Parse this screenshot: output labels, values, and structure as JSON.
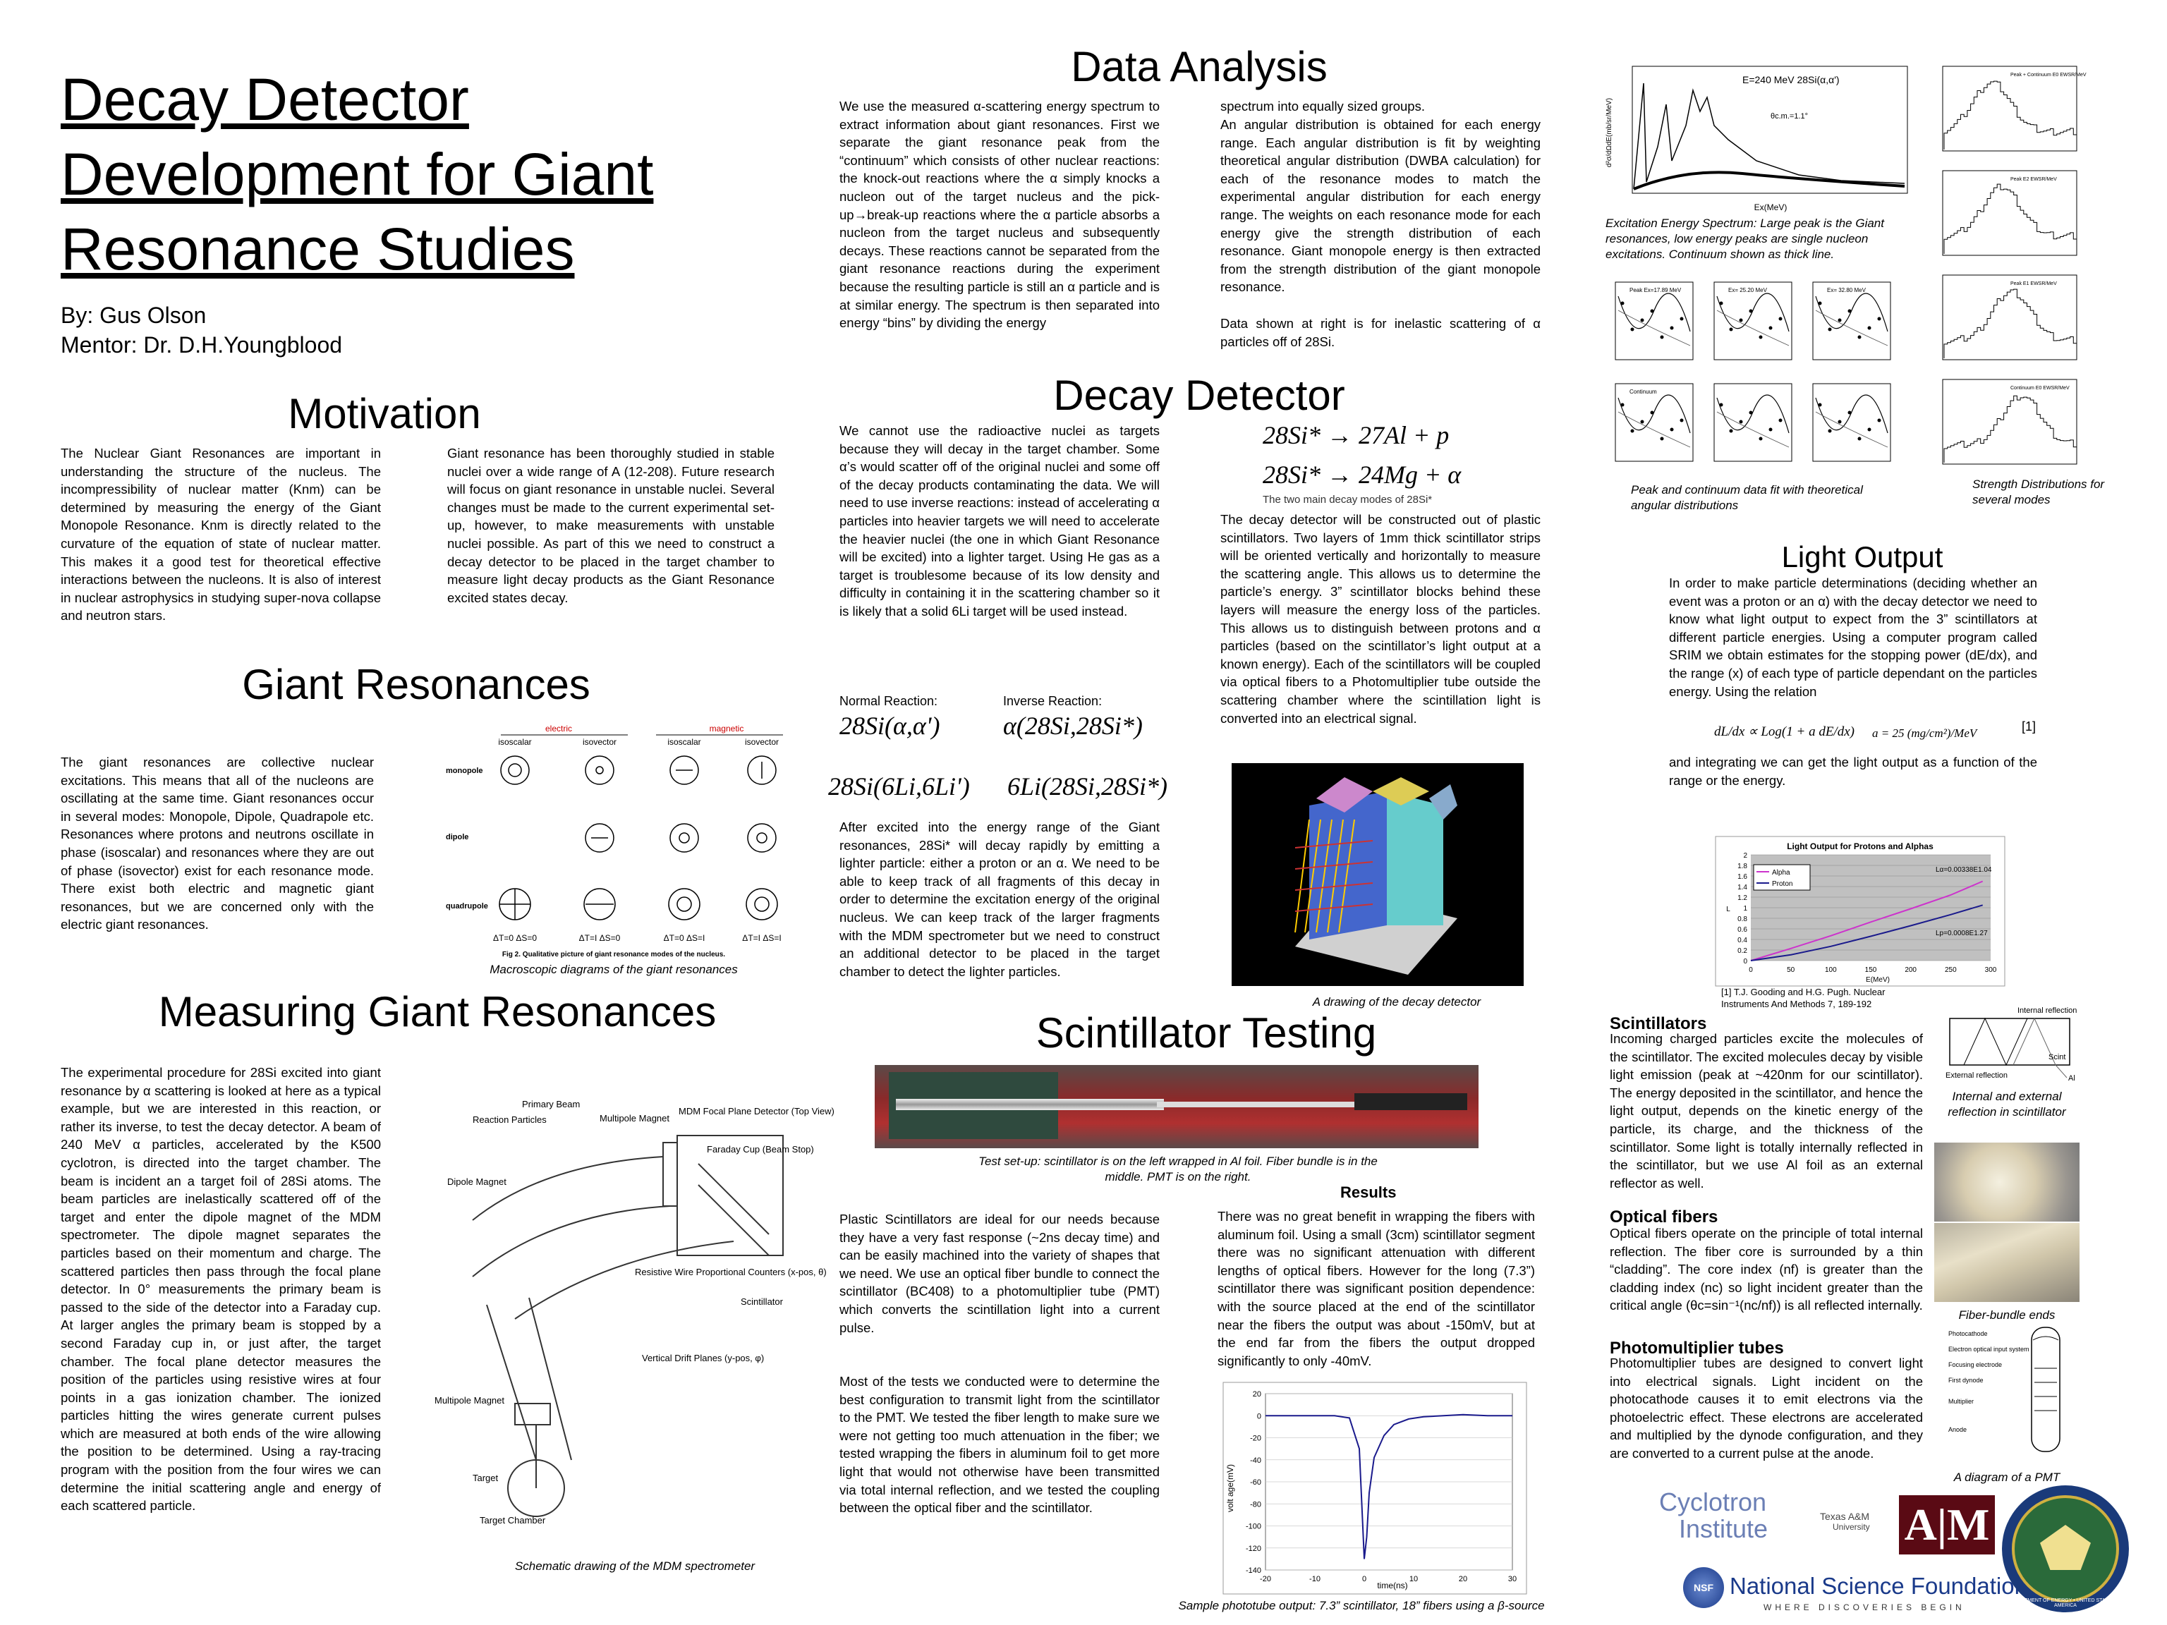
{
  "title": {
    "line1": "Decay Detector",
    "line2": "Development for Giant",
    "line3": "Resonance Studies",
    "author": "By: Gus Olson",
    "mentor": "Mentor: Dr. D.H.Youngblood"
  },
  "motivation": {
    "heading": "Motivation",
    "col1": "The Nuclear Giant Resonances are important in understanding the structure of the nucleus. The incompressibility of nuclear matter (Knm) can be determined by measuring the energy of the Giant Monopole Resonance. Knm is directly related to the curvature of the equation of state of nuclear matter. This makes it a good test for theoretical effective interactions between the nucleons. It is also of interest in nuclear astrophysics in studying super-nova collapse and neutron stars.",
    "col2": "Giant resonance has been thoroughly studied in stable nuclei over a wide range of A (12-208). Future research will focus on giant resonance in unstable nuclei. Several changes must be made to the current experimental set-up, however, to make measurements with unstable nuclei possible. As part of this we need to construct a decay detector to be placed in the target chamber to measure light decay products as the Giant Resonance excited states decay."
  },
  "giant": {
    "heading": "Giant Resonances",
    "body": "The giant resonances are collective nuclear excitations. This means that all of the nucleons are oscillating at the same time. Giant resonances occur in several modes: Monopole, Dipole, Quadrapole etc. Resonances where protons and neutrons oscillate in phase (isoscalar) and resonances where they are out of phase (isovector) exist for each resonance mode. There exist both electric and magnetic giant resonances, but we are concerned only with the electric giant resonances.",
    "caption": "Macroscopic diagrams of the giant resonances",
    "diagram": {
      "electric": "electric",
      "magnetic": "magnetic",
      "isoscalar": "isoscalar",
      "isovector": "isovector",
      "monopole": "monopole",
      "dipole": "dipole",
      "quadrupole": "quadrupole",
      "fig": "Fig 2. Qualitative picture of giant resonance modes of the nucleus.",
      "q1": "ΔT=0  ΔS=0",
      "q2": "ΔT=I  ΔS=0",
      "q3": "ΔT=0  ΔS=I",
      "q4": "ΔT=I  ΔS=I"
    }
  },
  "measuring": {
    "heading": "Measuring Giant Resonances",
    "body": "The experimental procedure for 28Si excited into giant resonance by α scattering is looked at here as a typical example, but we are interested in this reaction, or rather its inverse, to test the decay detector. A beam of 240 MeV α particles, accelerated by the K500 cyclotron, is directed into the target chamber. The beam is incident an a target foil of 28Si atoms. The beam particles are inelastically scattered off of the target and enter the dipole magnet of the MDM spectrometer. The dipole magnet separates the particles based on their momentum and charge. The scattered particles then pass through the focal plane detector. In 0° measurements the primary beam is passed to the side of the detector into a Faraday cup. At larger angles the primary beam is stopped by a second Faraday cup in, or just after, the target chamber. The focal plane detector measures the position of the particles using resistive wires at four points in a gas ionization chamber. The ionized particles hitting the wires generate current pulses which are measured at both ends of the wire allowing the position to be determined. Using a ray-tracing program with the position from the four wires we can determine the initial scattering angle and energy of each scattered particle.",
    "caption": "Schematic drawing of the MDM spectrometer",
    "labels": {
      "primary": "Primary Beam",
      "reaction": "Reaction Particles",
      "multipole": "Multipole Magnet",
      "mdm": "MDM Focal Plane Detector (Top View)",
      "faraday": "Faraday Cup (Beam Stop)",
      "dipole": "Dipole Magnet",
      "resistive": "Resistive Wire Proportional Counters (x-pos, θ)",
      "scint": "Scintillator",
      "vdp": "Vertical Drift Planes (y-pos, φ)",
      "multipole2": "Multipole Magnet",
      "target": "Target",
      "chamber": "Target Chamber"
    }
  },
  "data_analysis": {
    "heading": "Data Analysis",
    "col1": "We use the measured α-scattering energy spectrum to extract information about giant resonances. First we separate the giant resonance peak from the “continuum” which consists of other nuclear reactions: the knock-out reactions where the α simply knocks a nucleon out of the target nucleus and the pick-up→break-up reactions where the α particle absorbs a nucleon from the target nucleus and subsequently decays. These reactions cannot be separated from the giant resonance reactions during the experiment because the resulting particle is still an α particle and is at similar energy. The spectrum is then separated into energy “bins” by dividing the energy",
    "col2a": "spectrum into equally sized groups.",
    "col2b": "An angular distribution is obtained for each energy range. Each angular distribution is fit by weighting theoretical angular distribution (DWBA calculation) for each of the resonance modes to match the experimental angular distribution for each energy range. The weights on each resonance mode for each energy give the strength distribution of each resonance. Giant monopole energy is then extracted from the strength distribution of the giant monopole resonance.",
    "col2c": "Data shown at right is for inelastic scattering of α particles off of 28Si.",
    "spectrum_label": "E=240 MeV  28Si(α,α')",
    "spectrum_angle": "θc.m.=1.1°",
    "spectrum_ylabel": "d²σ/dΩdE(mb/sr/MeV)",
    "spectrum_xlabel": "Ex(MeV)",
    "spectrum_caption": "Excitation Energy Spectrum: Large peak is the Giant resonances, low energy peaks are single nucleon excitations. Continuum shown as thick line.",
    "angular_caption": "Peak and continuum data fit with theoretical angular distributions",
    "strength_caption": "Strength Distributions for several modes",
    "angular_panels": [
      "Peak  Ex=17.89 MeV",
      "Ex= 25.20 MeV",
      "Ex= 32.80 MeV",
      "Continuum",
      "",
      ""
    ],
    "strength_panels": [
      "Peak + Continuum  E0 EWSR/MeV",
      "Peak  E2 EWSR/MeV",
      "Peak  E1 EWSR/MeV",
      "Continuum  E0 EWSR/MeV"
    ]
  },
  "decay": {
    "heading": "Decay Detector",
    "col1": "We cannot use the radioactive nuclei as targets because they will decay in the target chamber. Some α’s would scatter off of the original nuclei and some off of the decay products contaminating the data. We will need to use inverse reactions: instead of accelerating α particles into heavier targets we will need to accelerate the heavier nuclei (the one in which Giant Resonance will be excited) into a lighter target. Using He gas as a target is troublesome because of its low density and difficulty in containing it in the scattering chamber so it is likely that a solid 6Li target will be used instead.",
    "normal_label": "Normal Reaction:",
    "inverse_label": "Inverse Reaction:",
    "eq_normal": "28Si(α,α')",
    "eq_inverse": "α(28Si,28Si*)",
    "eq_normal2": "28Si(6Li,6Li')",
    "eq_inverse2": "6Li(28Si,28Si*)",
    "col1b": "After excited into the energy range of the Giant resonances, 28Si* will decay rapidly by emitting a lighter particle: either a proton or an α. We need to be able to keep track of all fragments of this decay in order to determine the excitation energy of the original nucleus. We can keep track of the larger fragments with the MDM spectrometer but we need to construct an additional detector to be placed in the target chamber to detect the lighter particles.",
    "eq_decay1": "28Si* → 27Al + p",
    "eq_decay2": "28Si* → 24Mg + α",
    "decay_caption": "The two main decay modes of 28Si*",
    "col2": "The decay detector will be constructed out of plastic scintillators. Two layers of 1mm thick scintillator strips will be oriented vertically and horizontally to measure the scattering angle. This allows us to determine the particle’s energy. 3” scintillator blocks behind these layers will measure the energy loss of the particles. This allows us to distinguish between protons and α particles (based on the scintillator’s light output at a known energy). Each of the scintillators will be coupled via optical fibers to a Photomultiplier tube outside the scattering chamber where the scintillation light is converted into an electrical signal.",
    "drawing_caption": "A drawing of the decay detector"
  },
  "scint_testing": {
    "heading": "Scintillator Testing",
    "photo_caption": "Test set-up: scintillator is on the left wrapped in Al foil. Fiber bundle is in the middle. PMT is on the right.",
    "col1a": "Plastic Scintillators are ideal for our needs because they have a very fast response (~2ns decay time) and can be easily machined into the variety of shapes that we need. We use an optical fiber bundle to connect the scintillator (BC408) to a photomultiplier tube (PMT) which converts the scintillation light into a current pulse.",
    "col1b": "Most of the tests we conducted were to determine the best configuration to transmit light from the scintillator to the PMT. We tested the fiber length to make sure we were not getting too much attenuation in the fiber; we tested wrapping the fibers in aluminum foil to get more light that would not otherwise have been transmitted via total internal reflection, and we tested the coupling between the optical fiber and the scintillator.",
    "results_heading": "Results",
    "results": "There was no great benefit in wrapping the fibers with aluminum foil. Using a small (3cm) scintillator segment there was no significant attenuation with different lengths of optical fibers. However for the long (7.3”) scintillator there was significant position dependence: with the source placed at the end of the scintillator near the fibers the output was about -150mV, but at the end far from the fibers the output dropped significantly to only -40mV.",
    "plot_caption": "Sample phototube output: 7.3” scintillator, 18” fibers using a β-source"
  },
  "light_output": {
    "heading": "Light Output",
    "body": "In order to make particle determinations (deciding whether an event was a proton or an α) with the decay detector we need to know what light output to expect from the 3” scintillators at different particle energies. Using a computer program called SRIM we obtain estimates for the stopping power (dE/dx), and the range (x) of each type of particle dependant on the particles energy. Using the relation",
    "eq_left": "dL/dx ∝ Log(1 + a dE/dx)",
    "eq_right": "a = 25 (mg/cm²)/MeV",
    "eq_ref": "[1]",
    "body2": "and integrating we can get the light output as a function of the range or the energy.",
    "reference": "[1] T.J. Gooding and H.G. Pugh. Nuclear Instruments And Methods 7, 189-192",
    "alpha_fit": "Lα=0.00338E1.04",
    "proton_fit": "Lp=0.0008E1.27"
  },
  "scintillators": {
    "heading": "Scintillators",
    "body": "Incoming charged particles excite the molecules of the scintillator. The excited molecules decay by visible light emission (peak at ~420nm for our scintillator). The energy deposited in the scintillator, and hence the light output, depends on the kinetic energy of the particle, its charge, and the thickness of the scintillator. Some light is totally internally reflected in the scintillator, but we use Al foil as an external reflector as well.",
    "diagram_internal": "Internal reflection",
    "diagram_external": "External reflection",
    "diagram_scint": "Scint",
    "diagram_al": "Al",
    "caption": "Internal and external reflection in scintillator"
  },
  "optical": {
    "heading": "Optical fibers",
    "body": "Optical fibers operate on the principle of total internal reflection. The fiber core is surrounded by a thin “cladding”. The core index (nf) is greater than the cladding index (nc) so light incident greater than the critical angle (θc=sin⁻¹(nc/nf)) is all reflected internally.",
    "caption": "Fiber-bundle ends"
  },
  "pmt": {
    "heading": "Photomultiplier tubes",
    "body": "Photomultiplier tubes are designed to convert light into electrical signals. Light incident on the photocathode causes it to emit electrons via the photoelectric effect. These electrons are accelerated and multiplied by the dynode configuration, and they are converted to a current pulse at the anode.",
    "caption": "A diagram of a PMT",
    "labels": [
      "Photocathode",
      "Electron optical input system",
      "Focusing electrode",
      "First dynode",
      "Multiplier",
      "Anode"
    ]
  },
  "logos": {
    "cyclotron1": "Cyclotron",
    "cyclotron2": "Institute",
    "tamu1": "Texas A&M",
    "tamu2": "University",
    "tamu_mark": "A|M",
    "nsf": "National Science Foundation",
    "nsf_tag": "WHERE DISCOVERIES BEGIN",
    "nsf_seal": "NSF",
    "doe": "DEPARTMENT OF ENERGY • UNITED STATES OF AMERICA"
  },
  "chart_data": [
    {
      "type": "line",
      "title": "Light Output for Protons and Alphas",
      "xlabel": "E(MeV)",
      "ylabel": "L",
      "xlim": [
        0,
        300
      ],
      "ylim": [
        0,
        2
      ],
      "xticks": [
        0,
        50,
        100,
        150,
        200,
        250,
        300
      ],
      "yticks": [
        0,
        0.2,
        0.4,
        0.6,
        0.8,
        1,
        1.2,
        1.4,
        1.6,
        1.8,
        2
      ],
      "legend": "top-left",
      "colors": {
        "Alpha": "#cc33cc",
        "Proton": "#1a1a8c",
        "plot_bg": "#c0c0c0"
      },
      "series": [
        {
          "name": "Alpha",
          "x": [
            0,
            50,
            100,
            150,
            200,
            250,
            290
          ],
          "y": [
            0,
            0.23,
            0.47,
            0.73,
            0.98,
            1.24,
            1.5
          ]
        },
        {
          "name": "Proton",
          "x": [
            0,
            50,
            100,
            150,
            200,
            250,
            290
          ],
          "y": [
            0,
            0.11,
            0.27,
            0.46,
            0.66,
            0.87,
            1.05
          ]
        }
      ]
    },
    {
      "type": "line",
      "xlabel": "time(ns)",
      "ylabel": "volt age(mV)",
      "xlim": [
        -20,
        30
      ],
      "ylim": [
        -140,
        20
      ],
      "xticks": [
        -20,
        -10,
        0,
        10,
        20,
        30
      ],
      "yticks": [
        20,
        0,
        -20,
        -40,
        -60,
        -80,
        -100,
        -120,
        -140
      ],
      "colors": {
        "line": "#1a1a8c"
      },
      "series": [
        {
          "x": [
            -20,
            -12,
            -6,
            -3,
            -1,
            0,
            0.5,
            1,
            2,
            4,
            6,
            9,
            12,
            16,
            20,
            25,
            30
          ],
          "y": [
            0,
            0,
            0,
            -2,
            -30,
            -130,
            -110,
            -70,
            -38,
            -18,
            -8,
            -3,
            -1,
            0,
            1,
            0,
            0
          ]
        }
      ]
    }
  ]
}
